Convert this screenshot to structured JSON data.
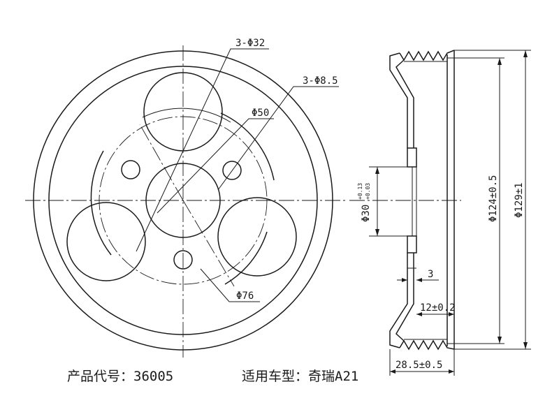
{
  "front_view": {
    "bolt_holes_label": "3-Φ32",
    "small_holes_label": "3-Φ8.5",
    "center_bore_label": "Φ50",
    "pcd_label": "Φ76"
  },
  "side_view": {
    "bore_label": "Φ30",
    "bore_tol_upper": "+0.13",
    "bore_tol_lower": "+0.03",
    "web_thickness_label": "3",
    "groove_width_label": "12±0.2",
    "inner_diameter_label": "Φ124±0.5",
    "outer_diameter_label": "Φ129±1",
    "width_label": "28.5±0.5"
  },
  "caption": {
    "product_code_label": "产品代号：",
    "product_code": "36005",
    "vehicle_model_label": "适用车型：",
    "vehicle_model": "奇瑞A21"
  }
}
